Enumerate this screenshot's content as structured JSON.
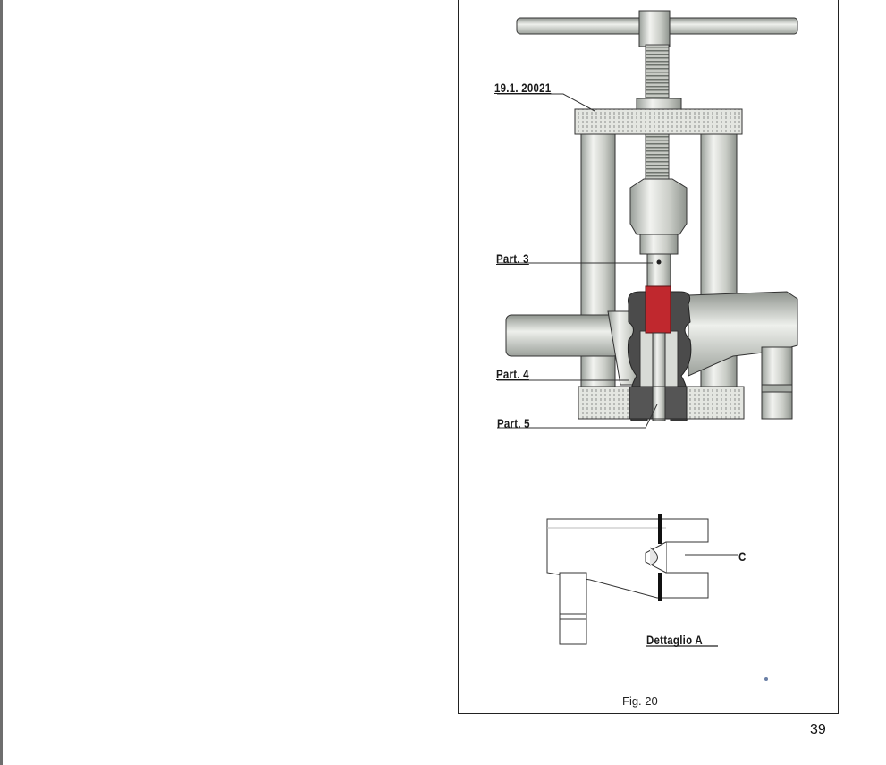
{
  "labels": {
    "tool_code": "19.1. 20021",
    "part3": "Part. 3",
    "part4": "Part. 4",
    "part5": "Part. 5",
    "detail_c": "C",
    "detail_title": "Dettaglio A"
  },
  "caption": "Fig. 20",
  "page_number": "39",
  "colors": {
    "highlight_part": "#c0282e",
    "frame": "#222222",
    "steel": "#d8dbd6"
  }
}
